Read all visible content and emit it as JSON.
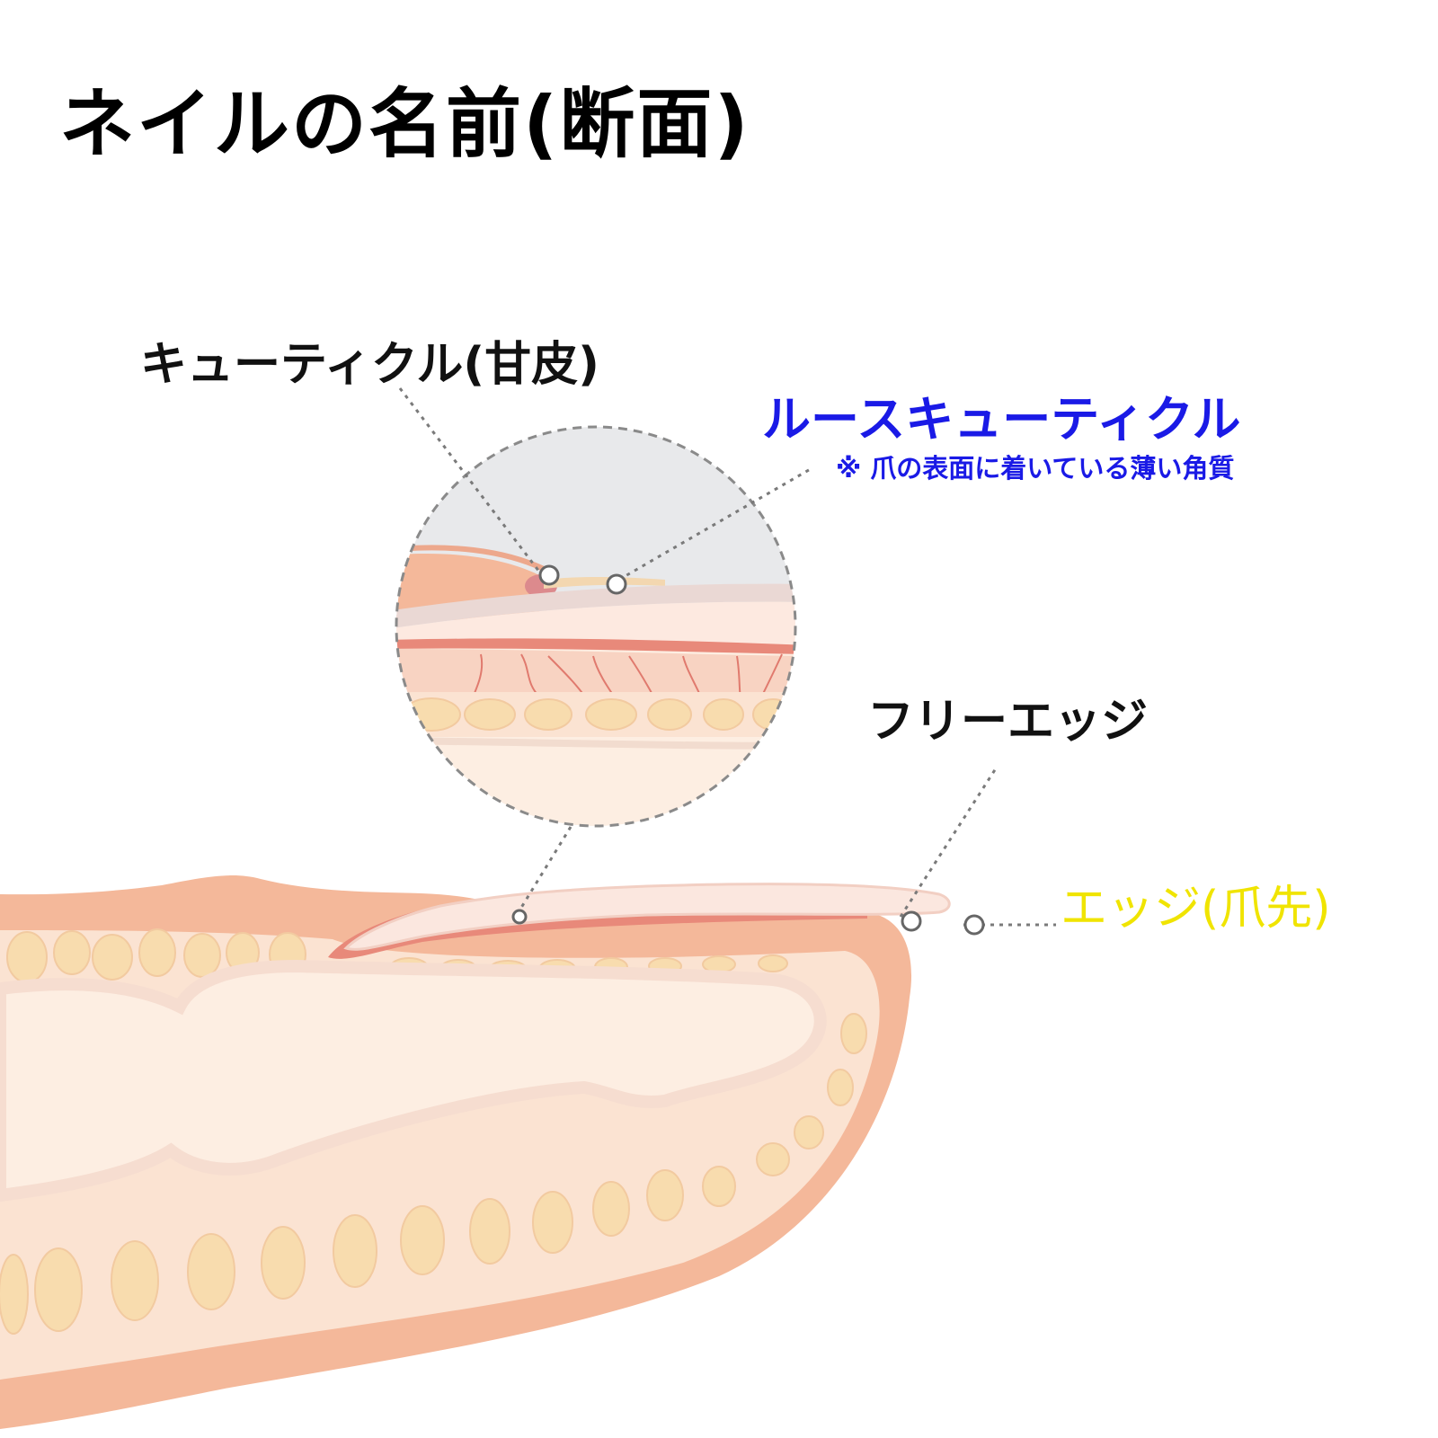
{
  "title": "ネイルの名前(断面)",
  "labels": {
    "cuticle": "キューティクル(甘皮)",
    "loose_cuticle": "ルースキューティクル",
    "loose_cuticle_note": "※ 爪の表面に着いている薄い角質",
    "free_edge": "フリーエッジ",
    "edge": "エッジ(爪先)"
  },
  "colors": {
    "skin_outer": "#f4b89a",
    "skin_inner": "#fbe3d2",
    "bone": "#fdeee2",
    "fat": "#f8dcae",
    "nail": "#fbe7df",
    "nail_bed": "#e8897a",
    "loose_cuticle_text": "#1a1ae6",
    "edge_text": "#f0e400",
    "magnifier_bg": "#e8e9eb"
  }
}
